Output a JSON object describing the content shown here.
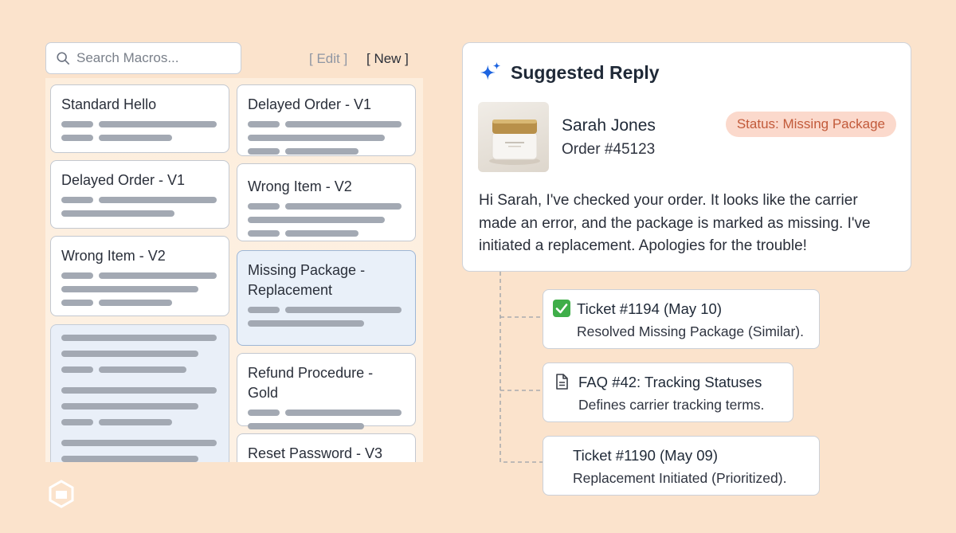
{
  "macros_panel": {
    "search_placeholder": "Search Macros...",
    "edit_label": "[ Edit ]",
    "new_label": "[ New ]",
    "left_column": [
      {
        "title": "Standard Hello"
      },
      {
        "title": "Delayed Order - V1"
      },
      {
        "title": "Wrong Item - V2"
      },
      {
        "title": ""
      }
    ],
    "right_column": [
      {
        "title": "Delayed Order - V1"
      },
      {
        "title": "Wrong Item - V2"
      },
      {
        "title": "Missing Package - Replacement",
        "selected": true
      },
      {
        "title": "Refund Procedure - Gold"
      },
      {
        "title": "Reset Password - V3"
      }
    ]
  },
  "reply": {
    "title": "Suggested Reply",
    "sparkle_icon": "sparkle-icon",
    "customer_name": "Sarah Jones",
    "order": "Order #45123",
    "status": "Status: Missing Package",
    "body": "Hi Sarah, I've checked your order. It looks like the carrier made an error, and the package is marked as missing. I've initiated a replacement. Apologies for the trouble!"
  },
  "references": [
    {
      "icon": "check-icon",
      "line1": "Ticket #1194 (May 10)",
      "line2": "Resolved Missing Package (Similar)."
    },
    {
      "icon": "document-icon",
      "line1": "FAQ #42: Tracking Statuses",
      "line2": "Defines carrier tracking terms."
    },
    {
      "icon": "",
      "line1": "Ticket #1190 (May 09)",
      "line2": "Replacement Initiated (Prioritized)."
    }
  ],
  "colors": {
    "background": "#fbe3cc",
    "accent_blue": "#1d64e0",
    "status_text": "#c25a3a",
    "status_bg": "#fbd9cc",
    "check_green": "#3fae49"
  }
}
